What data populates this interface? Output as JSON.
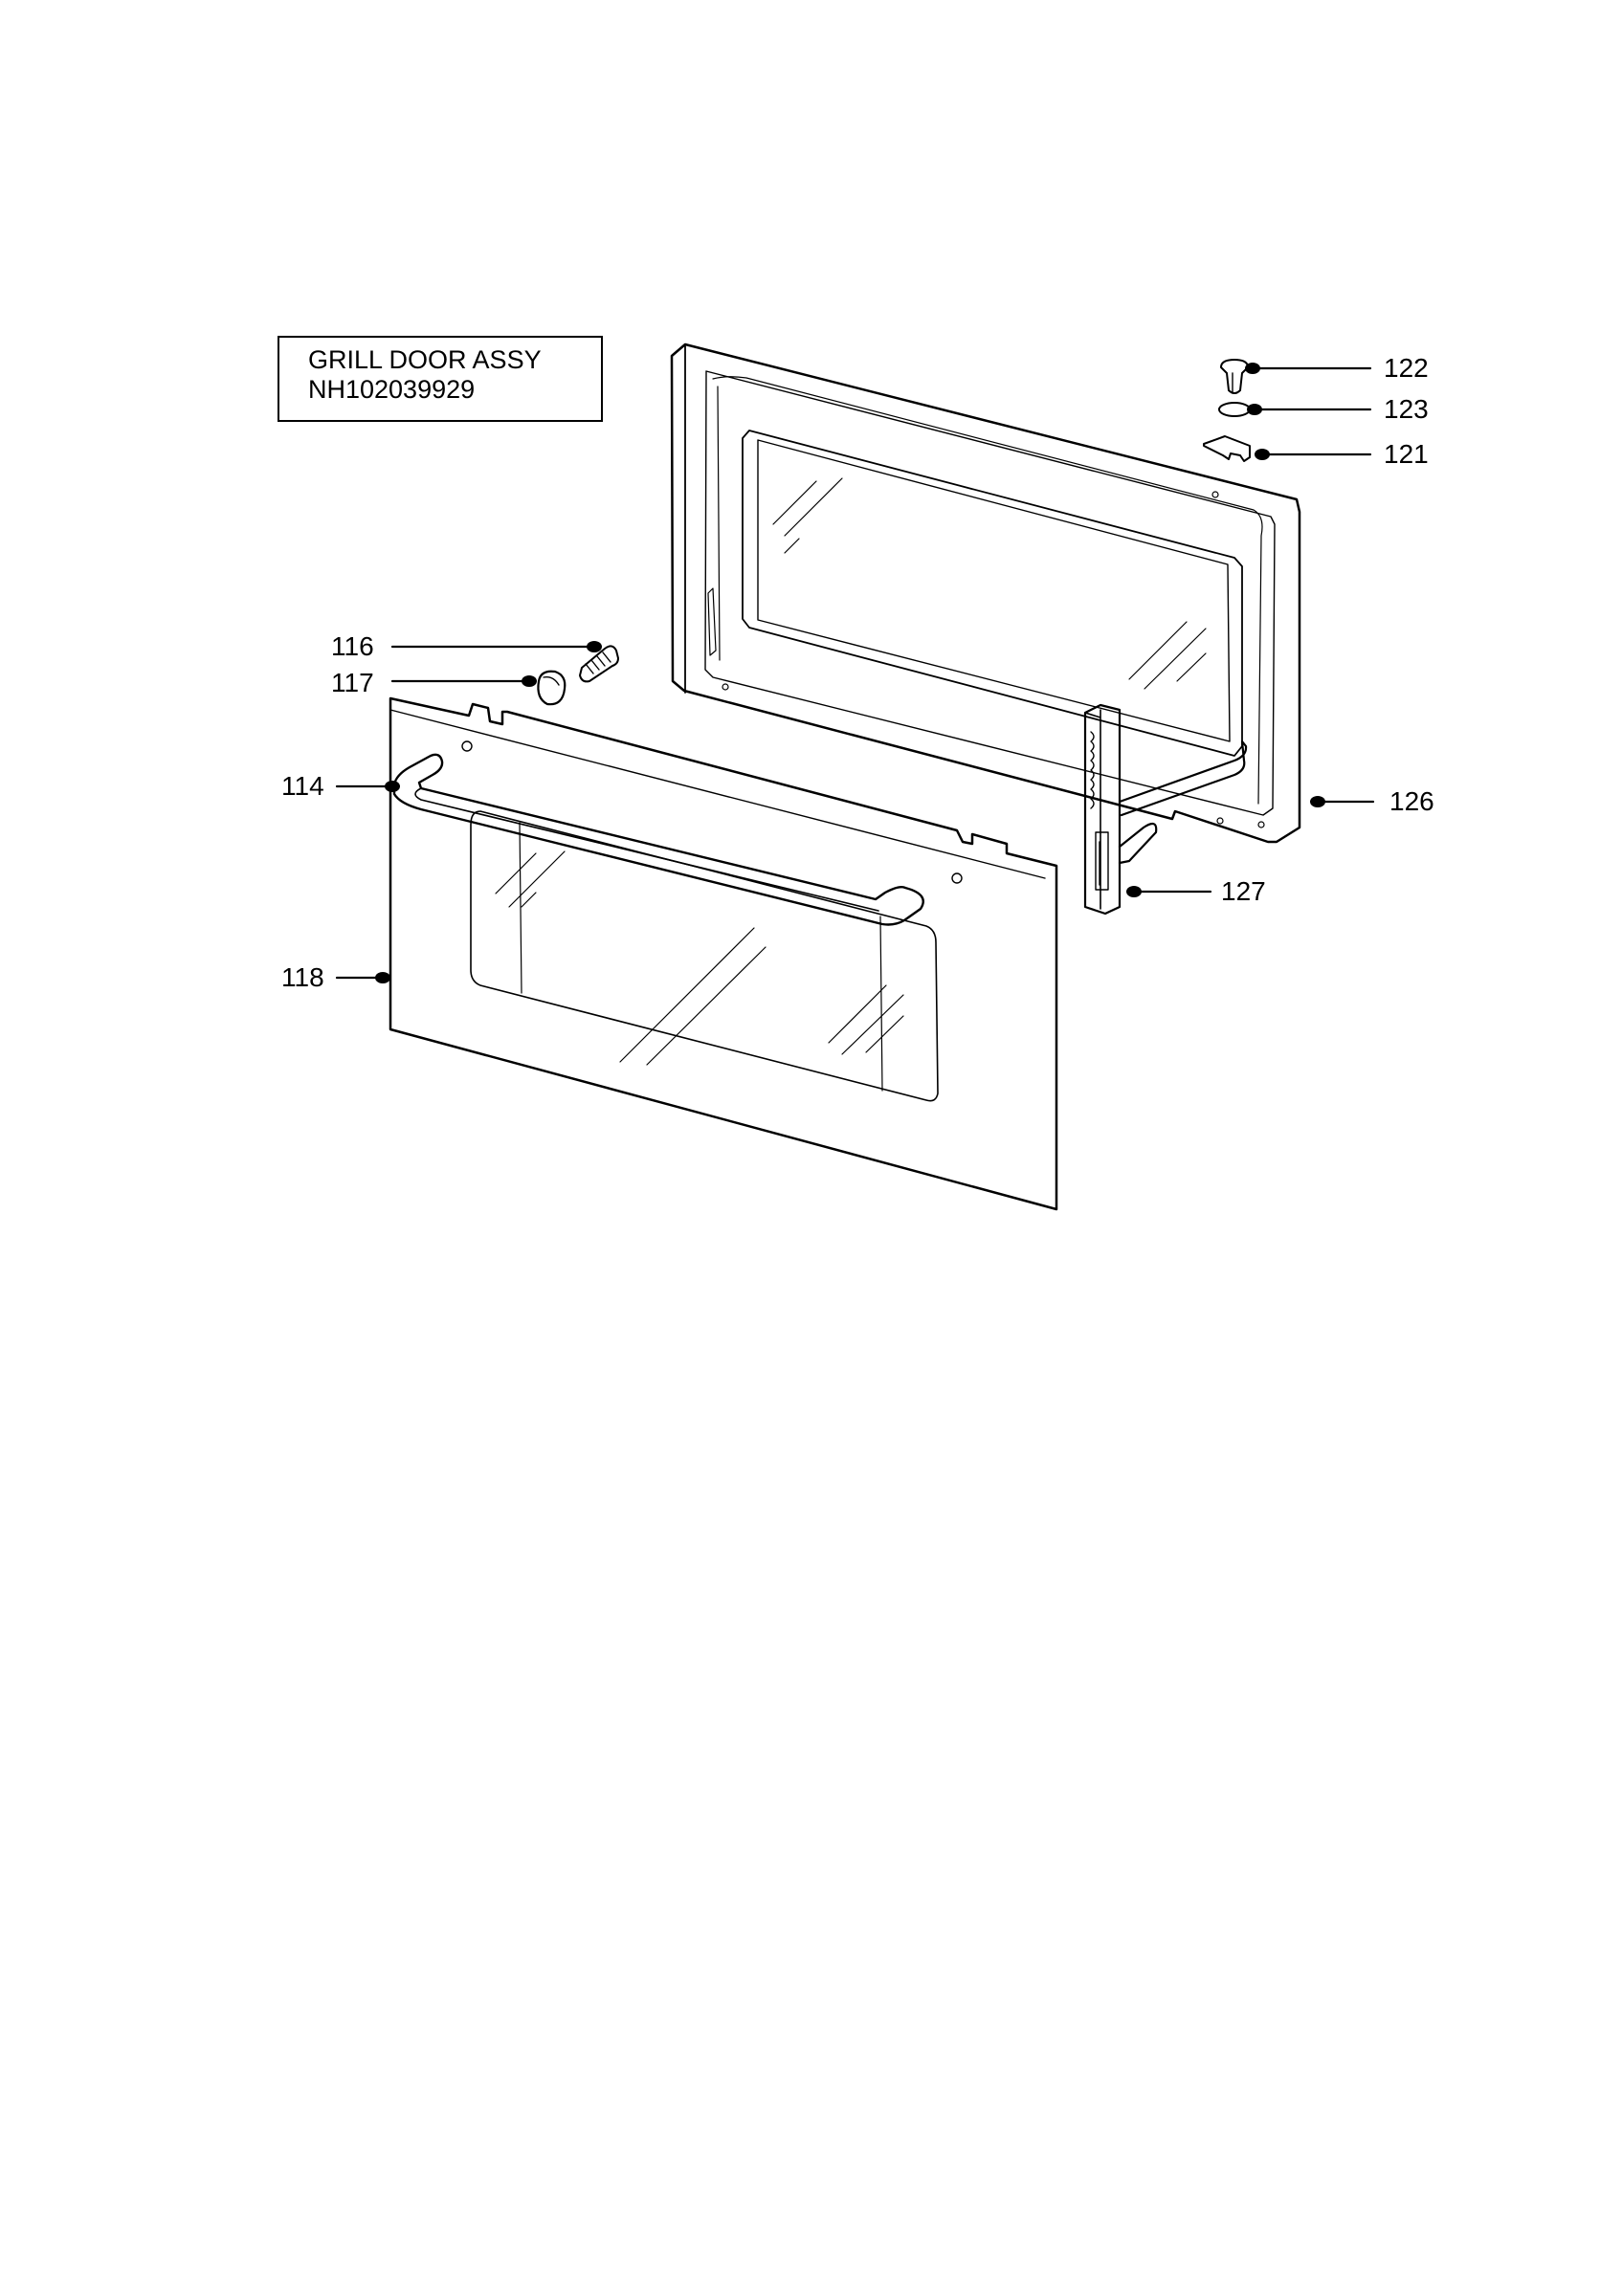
{
  "title": {
    "line1": "GRILL DOOR ASSY",
    "line2": "NH102039929"
  },
  "callouts": {
    "p122": "122",
    "p123": "123",
    "p121": "121",
    "p116": "116",
    "p117": "117",
    "p114": "114",
    "p126": "126",
    "p127": "127",
    "p118": "118"
  },
  "colors": {
    "line": "#000000",
    "background": "#ffffff"
  }
}
